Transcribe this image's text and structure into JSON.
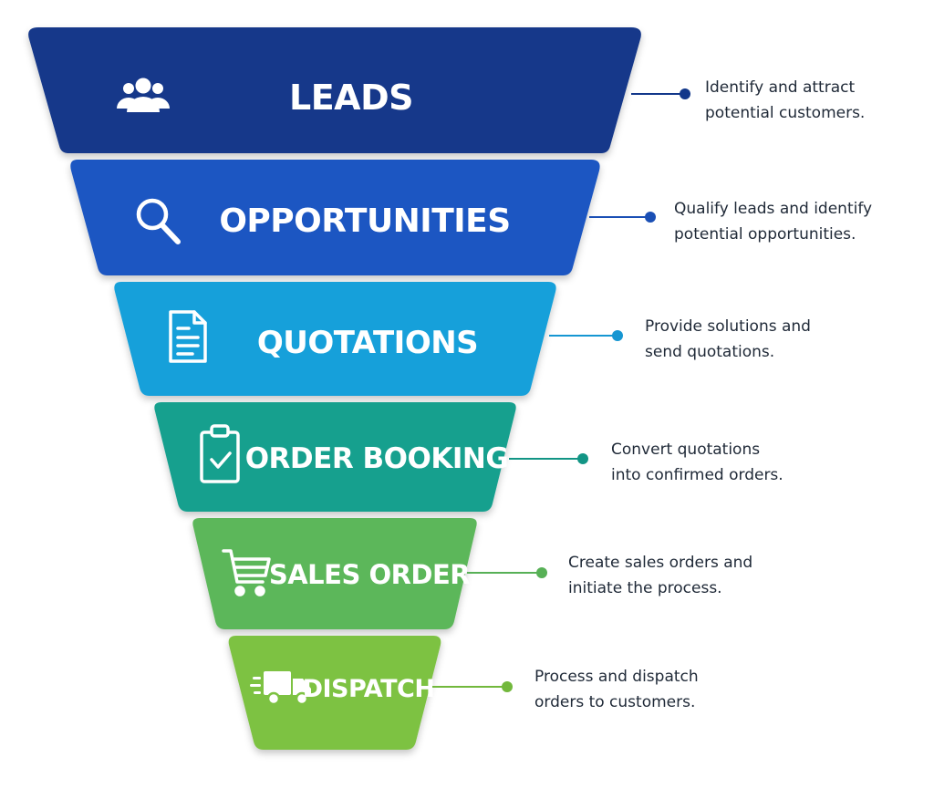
{
  "stages": [
    {
      "label": "LEADS",
      "icon": "users-icon",
      "color": "#12378a",
      "description": [
        "Identify and attract",
        "potential customers."
      ],
      "dot_color": "#12378a"
    },
    {
      "label": "OPPORTUNITIES",
      "icon": "magnifier-icon",
      "color": "#1a56c2",
      "description": [
        "Qualify leads and identify",
        "potential opportunities."
      ],
      "dot_color": "#1a4fb5"
    },
    {
      "label": "QUOTATIONS",
      "icon": "document-icon",
      "color": "#17a0da",
      "description": [
        "Provide solutions and",
        "send quotations."
      ],
      "dot_color": "#1696d2"
    },
    {
      "label": "ORDER BOOKING",
      "icon": "clipboard-check-icon",
      "color": "#15a08e",
      "description": [
        "Convert quotations",
        "into confirmed orders."
      ],
      "dot_color": "#129585"
    },
    {
      "label": "SALES ORDER",
      "icon": "shopping-cart-icon",
      "color": "#5cb75a",
      "description": [
        "Create sales orders and",
        "initiate the process."
      ],
      "dot_color": "#57b056"
    },
    {
      "label": "DISPATCH",
      "icon": "delivery-truck-icon",
      "color": "#7dc242",
      "description": [
        "Process and dispatch",
        "orders to customers."
      ],
      "dot_color": "#72b83c"
    }
  ]
}
